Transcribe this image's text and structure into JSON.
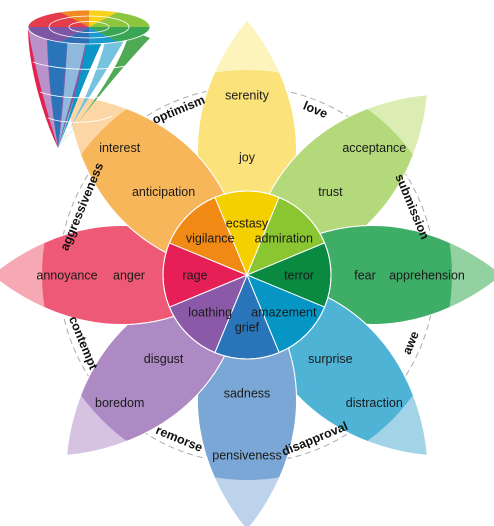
{
  "title": "",
  "petals": [
    {
      "key": "joy",
      "inner": "ecstasy",
      "middle": "joy",
      "outer": "serenity",
      "colors": [
        "#f5d000",
        "#fbe27a",
        "#fdf3bd"
      ]
    },
    {
      "key": "trust",
      "inner": "admiration",
      "middle": "trust",
      "outer": "acceptance",
      "colors": [
        "#8ac532",
        "#b3d97a",
        "#dcedb4"
      ]
    },
    {
      "key": "fear",
      "inner": "terror",
      "middle": "fear",
      "outer": "apprehension",
      "colors": [
        "#0a8a40",
        "#3ead66",
        "#92d1a0"
      ]
    },
    {
      "key": "surprise",
      "inner": "amazement",
      "middle": "surprise",
      "outer": "distraction",
      "colors": [
        "#0696c6",
        "#4fb3d6",
        "#a3d3e6"
      ]
    },
    {
      "key": "sadness",
      "inner": "grief",
      "middle": "sadness",
      "outer": "pensiveness",
      "colors": [
        "#2a75b9",
        "#7aa7d5",
        "#bcd3eb"
      ]
    },
    {
      "key": "disgust",
      "inner": "loathing",
      "middle": "disgust",
      "outer": "boredom",
      "colors": [
        "#8a5aa8",
        "#ad8ac4",
        "#d5c3e1"
      ]
    },
    {
      "key": "anger",
      "inner": "rage",
      "middle": "anger",
      "outer": "annoyance",
      "colors": [
        "#e61f57",
        "#ee5a76",
        "#f6a8b5"
      ]
    },
    {
      "key": "anticipation",
      "inner": "vigilance",
      "middle": "anticipation",
      "outer": "interest",
      "colors": [
        "#f18a14",
        "#f8b65a",
        "#fcd7a5"
      ]
    }
  ],
  "dyads": [
    {
      "label": "love"
    },
    {
      "label": "submission"
    },
    {
      "label": "awe"
    },
    {
      "label": "disapproval"
    },
    {
      "label": "remorse"
    },
    {
      "label": "contempt"
    },
    {
      "label": "aggressiveness"
    },
    {
      "label": "optimism"
    }
  ],
  "colors": {
    "ring": "#aaaaaa",
    "outline": "#ffffff"
  },
  "icons": {
    "cone": "emotion-cone-icon"
  }
}
